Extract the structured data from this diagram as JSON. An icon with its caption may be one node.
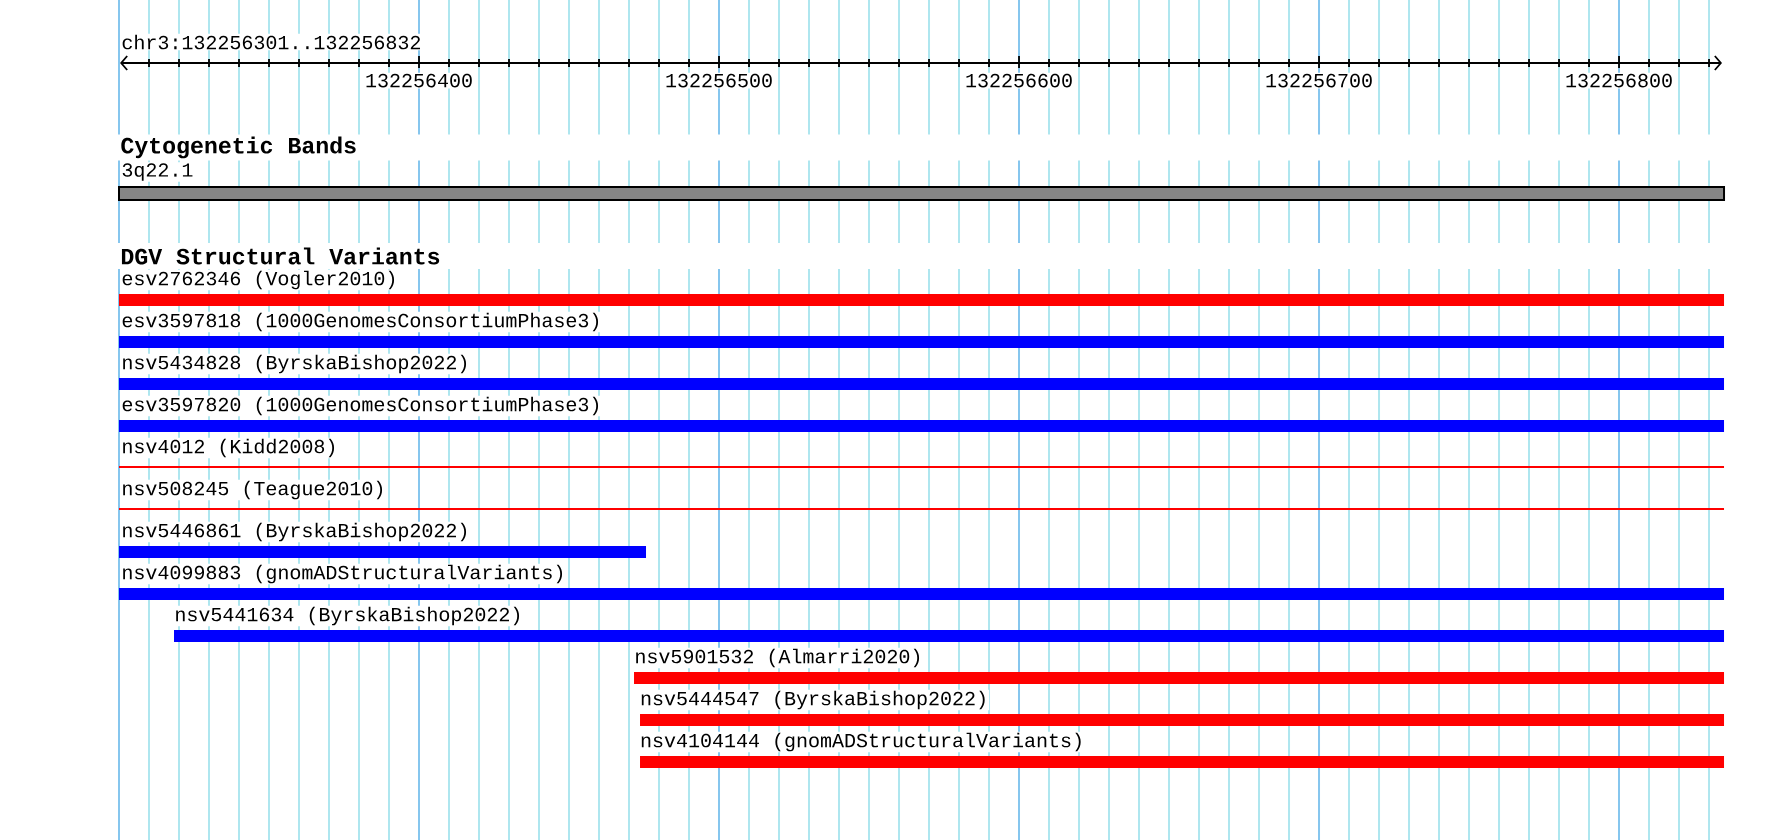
{
  "diagram": {
    "title": "chr3:132256301..132256832",
    "nodes": [
      {
        "text": [
          "3q22.1"
        ]
      },
      {
        "text": [
          "esv2762346 (Vogler2010)"
        ]
      },
      {
        "text": [
          "esv3597818 (1000GenomesConsortiumPhase3)"
        ]
      },
      {
        "text": [
          "nsv5434828 (ByrskaBishop2022)"
        ]
      },
      {
        "text": [
          "esv3597820 (1000GenomesConsortiumPhase3)"
        ]
      },
      {
        "text": [
          "nsv4012 (Kidd2008)"
        ]
      },
      {
        "text": [
          "nsv508245 (Teague2010)"
        ]
      },
      {
        "text": [
          "nsv5446861 (ByrskaBishop2022)"
        ]
      },
      {
        "text": [
          "nsv4099883 (gnomADStructuralVariants)"
        ]
      },
      {
        "text": [
          "nsv5441634 (ByrskaBishop2022)"
        ]
      },
      {
        "text": [
          "nsv5901532 (Almarri2020)"
        ]
      },
      {
        "text": [
          "nsv5444547 (ByrskaBishop2022)"
        ]
      },
      {
        "text": [
          "nsv4104144 (gnomADStructuralVariants)"
        ]
      }
    ],
    "labels": [
      "132256400",
      "132256500",
      "132256600",
      "132256700",
      "132256800",
      "Cytogenetic Bands",
      "DGV Structural Variants"
    ]
  }
}
